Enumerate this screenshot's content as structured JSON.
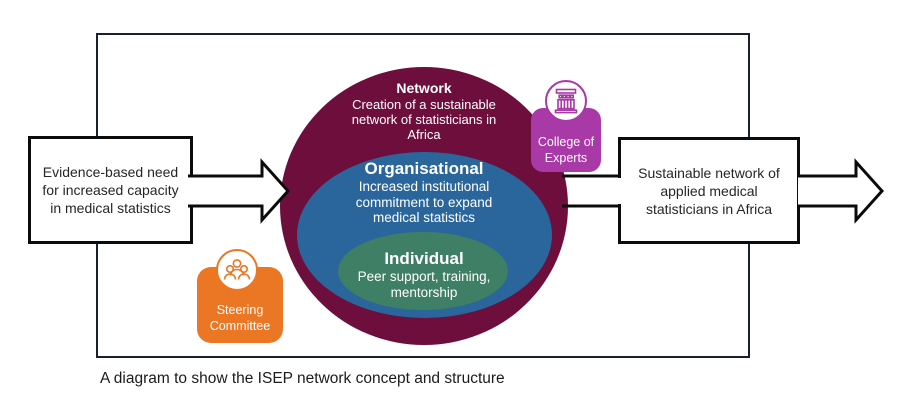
{
  "caption": "A diagram to show the ISEP network concept and structure",
  "flow": {
    "input_label": "Evidence-based need for increased capacity in medical statistics",
    "output_label": "Sustainable network of applied medical statisticians in Africa"
  },
  "rings": {
    "network": {
      "title": "Network",
      "description": "Creation of a sustainable network of statisticians in Africa"
    },
    "organisational": {
      "title": "Organisational",
      "description": "Increased institutional commitment to expand medical statistics"
    },
    "individual": {
      "title": "Individual",
      "description": "Peer support, training, mentorship"
    }
  },
  "badges": {
    "college_of_experts": {
      "label": "College of Experts",
      "icon": "building-icon"
    },
    "steering_committee": {
      "label": "Steering Committee",
      "icon": "people-icon"
    }
  },
  "colors": {
    "maroon": "#6D0E3D",
    "blue": "#2A669C",
    "green": "#3E7F66",
    "purple": "#A939A6",
    "orange": "#EB7624",
    "line": "#18222E",
    "border": "#0B0B0B"
  }
}
